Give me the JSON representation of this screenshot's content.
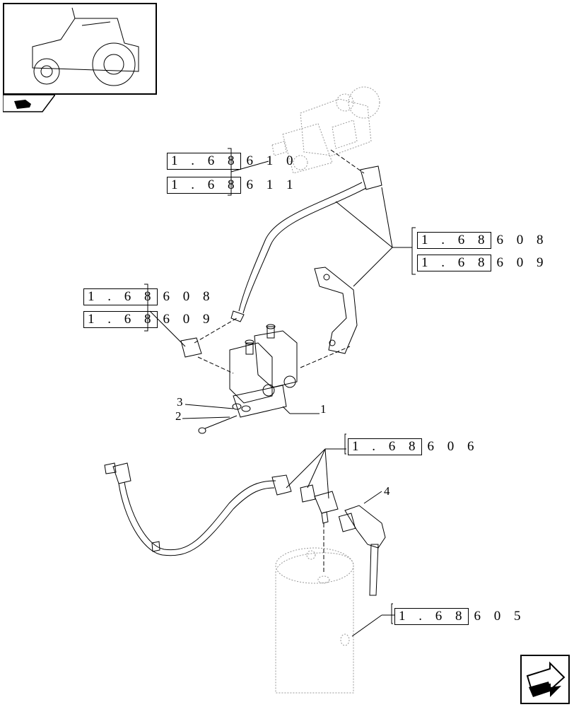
{
  "references": [
    {
      "prefix": "1 . 6 8",
      "suffix": "6 1 0"
    },
    {
      "prefix": "1 . 6 8",
      "suffix": "6   1 1"
    },
    {
      "prefix": "1 . 6 8",
      "suffix": "6   0 8"
    },
    {
      "prefix": "1 . 6 8",
      "suffix": "6   0 9"
    },
    {
      "prefix": "1 . 6 8",
      "suffix": "6   0 8"
    },
    {
      "prefix": "1 . 6 8",
      "suffix": "6   0 9"
    },
    {
      "prefix": "1 . 6 8",
      "suffix": "6   0 6"
    },
    {
      "prefix": "1 . 6 8",
      "suffix": "6   0 5"
    }
  ],
  "callouts": [
    "1",
    "2",
    "3",
    "4"
  ],
  "icons": {
    "thumbnail": "tractor-thumbnail-icon",
    "section": "section-tab-icon",
    "nav": "next-page-arrow-icon"
  }
}
